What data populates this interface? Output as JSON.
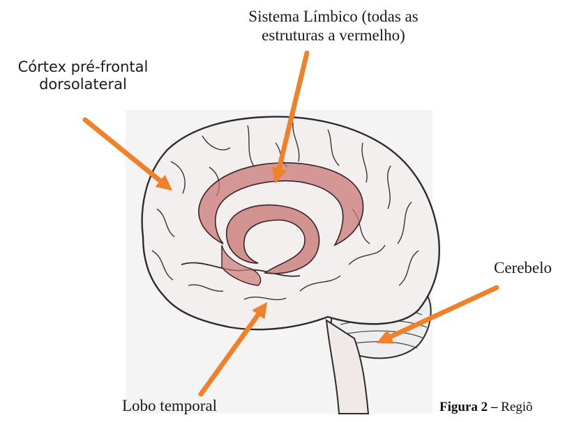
{
  "labels": {
    "limbic_line1": "Sistema Límbico (todas as",
    "limbic_line2": "estruturas a vermelho)",
    "pfc_line1": "Córtex pré-frontal",
    "pfc_line2": "dorsolateral",
    "cerebelo": "Cerebelo",
    "lobo_temporal": "Lobo temporal"
  },
  "caption": {
    "figure": "Figura 2",
    "dash": " –",
    "text": " Regiõ"
  },
  "colors": {
    "arrow": "#f0812a",
    "limbic_fill": "#c97a78",
    "outline": "#2b2b2b",
    "background_drawing": "#f6f6f6"
  }
}
